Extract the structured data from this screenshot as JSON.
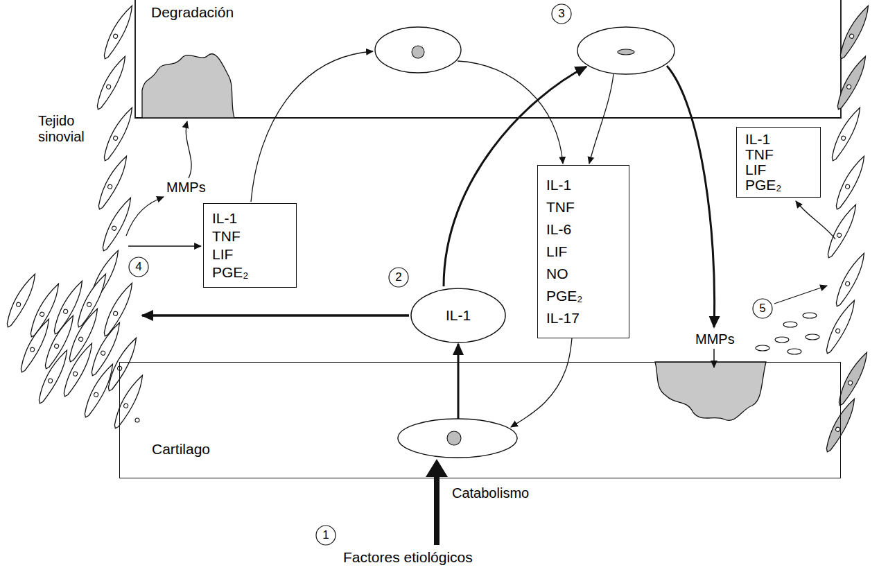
{
  "diagram": {
    "nodes": [
      {
        "text": [
          "IL-1",
          "TNF",
          "LIF",
          "PGE₂"
        ]
      },
      {
        "text": [
          "IL-1"
        ]
      },
      {
        "text": [
          "IL-1",
          "TNF",
          "IL-6",
          "LIF",
          "NO",
          "PGE₂",
          "IL-17"
        ]
      },
      {
        "text": [
          "IL-1",
          "TNF",
          "LIF",
          "PGE₂"
        ]
      },
      {
        "text": [
          "Cartilago"
        ]
      }
    ],
    "edges": [
      {
        "from": 4,
        "to": 1,
        "arrow": "to"
      },
      {
        "from": 2,
        "to": 4,
        "arrow": "to"
      }
    ],
    "labels": [
      "Degradación",
      "Tejido sinovial",
      "MMPs",
      "MMPs",
      "Catabolismo",
      "Factores etiológicos",
      "1",
      "2",
      "3",
      "4",
      "5"
    ]
  }
}
